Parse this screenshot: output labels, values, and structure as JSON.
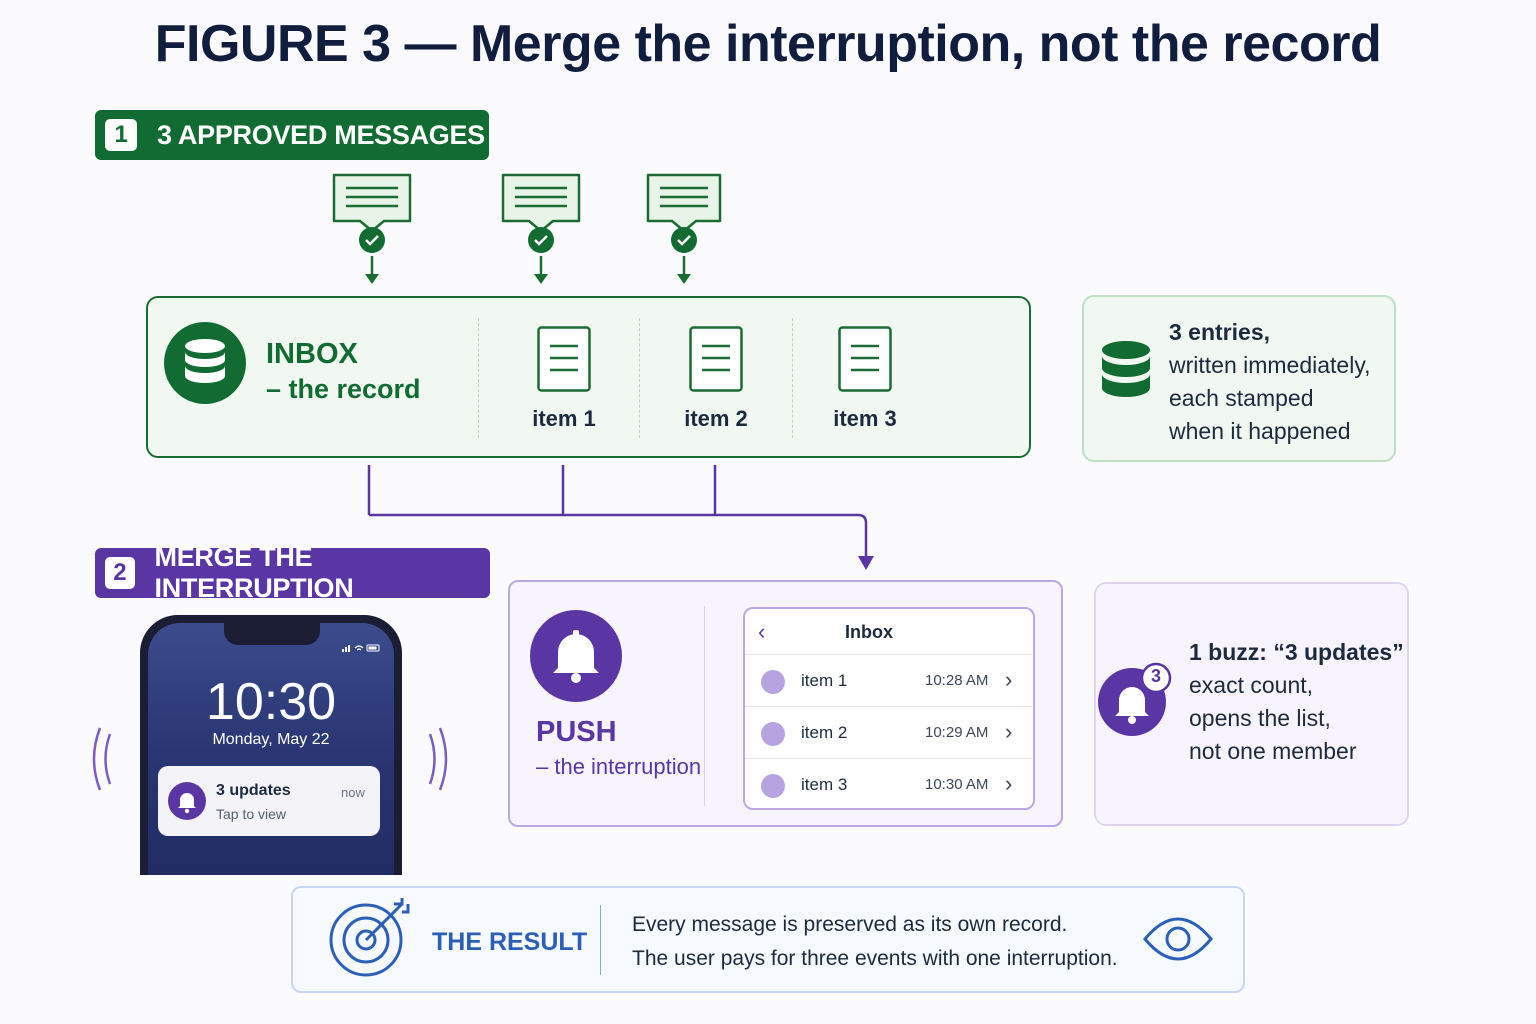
{
  "title": "FIGURE 3 — Merge the interruption, not the record",
  "step1": {
    "number": "1",
    "label": "3 APPROVED MESSAGES"
  },
  "step2": {
    "number": "2",
    "label": "MERGE THE INTERRUPTION"
  },
  "inbox": {
    "title": "INBOX",
    "subtitle": "– the record",
    "items": [
      "item 1",
      "item 2",
      "item 3"
    ]
  },
  "entries_note": {
    "line1": "3 entries,",
    "line2": "written immediately,",
    "line3": "each stamped",
    "line4": "when it happened"
  },
  "push": {
    "title": "PUSH",
    "subtitle": "– the interruption",
    "list_title": "Inbox",
    "rows": [
      {
        "name": "item 1",
        "time": "10:28 AM"
      },
      {
        "name": "item 2",
        "time": "10:29 AM"
      },
      {
        "name": "item 3",
        "time": "10:30 AM"
      }
    ]
  },
  "buzz_note": {
    "badge_count": "3",
    "line1": "1 buzz: “3 updates”",
    "line2": "exact count,",
    "line3": "opens the list,",
    "line4": "not one member"
  },
  "phone": {
    "time": "10:30",
    "date": "Monday, May 22",
    "notification_title": "3 updates",
    "notification_sub": "Tap to view",
    "notification_time": "now"
  },
  "result": {
    "title": "THE RESULT",
    "line1": "Every message is preserved as its own record.",
    "line2": "The user pays for three events with one interruption."
  },
  "colors": {
    "green": "#136b34",
    "purple": "#5a36a4",
    "blue": "#2d5fb8"
  }
}
